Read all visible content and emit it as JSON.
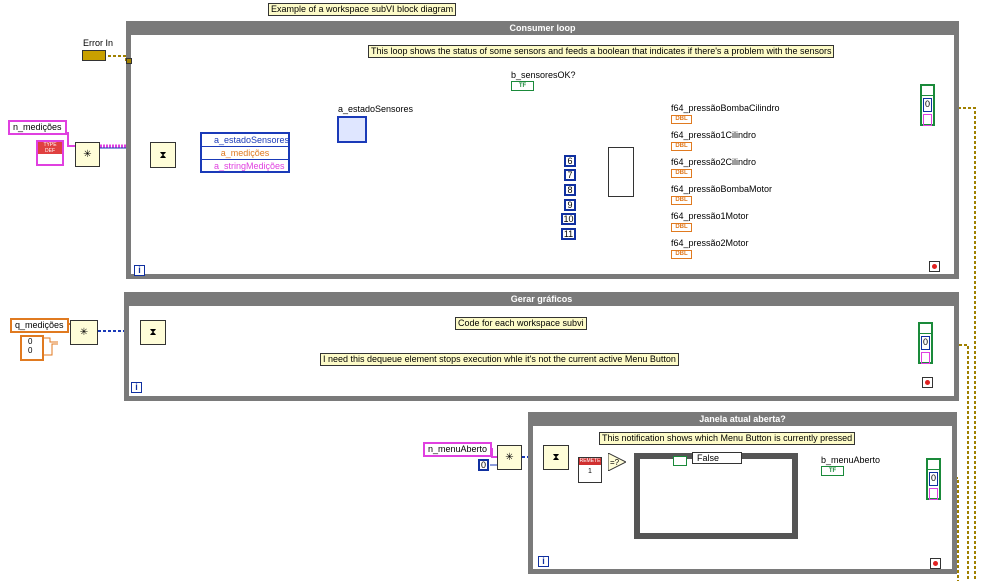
{
  "header_note": "Example of a workspace subVI block diagram",
  "error_in": {
    "label": "Error In"
  },
  "consumer_loop": {
    "title": "Consumer loop",
    "note": "This loop shows the status of some sensors and feeds a boolean that indicates if there's a problem with the sensors",
    "bool_indicator": "b_sensoresOK?",
    "cluster_indicator": "a_estadoSensores",
    "queue_control": "n_medições",
    "typedef_label": "TYPE DEF",
    "cluster_fields": [
      "a_estadoSensores",
      "a_medições",
      "a_stringMedições"
    ],
    "indices": [
      "6",
      "7",
      "8",
      "9",
      "10",
      "11"
    ],
    "outputs": [
      "f64_pressãoBombaCilindro",
      "f64_pressão1Cilindro",
      "f64_pressão2Cilindro",
      "f64_pressãoBombaMotor",
      "f64_pressão1Motor",
      "f64_pressão2Motor"
    ],
    "dbl_tag": "DBL",
    "tf_tag": "TF",
    "iteration": "i"
  },
  "graphs_loop": {
    "title": "Gerar gráficos",
    "note1": "Code for each workspace subvi",
    "note2": "I need this dequeue element stops execution whle it's not the current active Menu Button",
    "queue_control": "q_medições",
    "values": [
      "0",
      "0"
    ],
    "iteration": "i"
  },
  "menu_loop": {
    "title": "Janela atual aberta?",
    "note": "This notification shows which Menu Button is currently pressed",
    "control": "n_menuAberto",
    "const_zero": "0",
    "remete_label": "REMETE",
    "remete_value": "1",
    "case_selector": "False",
    "bool_indicator": "b_menuAberto",
    "iteration": "i"
  },
  "right_indicators": {
    "zero": "0"
  },
  "colors": {
    "loop_border": "#7a7a7a",
    "wire_error": "#a08000",
    "wire_cluster": "#e07a20",
    "wire_blue": "#1a3ab8",
    "wire_pink": "#e040e0",
    "wire_green": "#1a8a3a"
  }
}
